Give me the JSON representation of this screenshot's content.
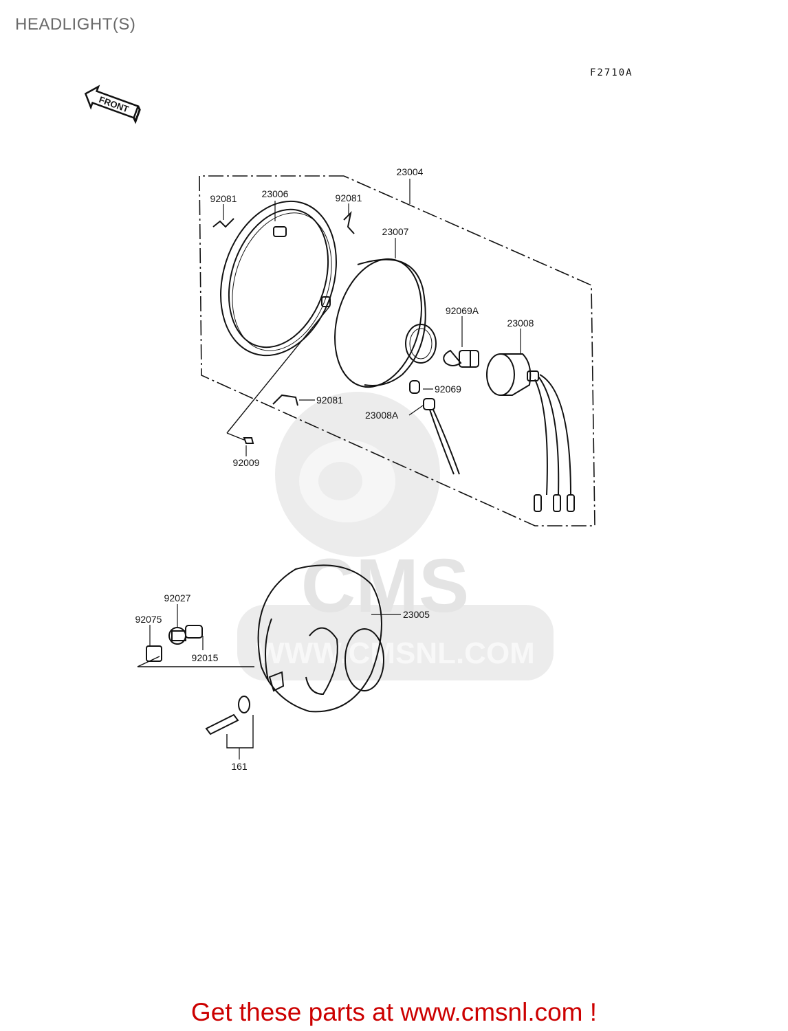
{
  "page": {
    "title": "HEADLIGHT(S)",
    "figure_code": "F2710A"
  },
  "diagram": {
    "front_arrow_label": "FRONT",
    "parts": [
      {
        "id": "23004",
        "label": "23004"
      },
      {
        "id": "23006",
        "label": "23006"
      },
      {
        "id": "92081-a",
        "label": "92081"
      },
      {
        "id": "92081-b",
        "label": "92081"
      },
      {
        "id": "92081-c",
        "label": "92081"
      },
      {
        "id": "23007",
        "label": "23007"
      },
      {
        "id": "92069A",
        "label": "92069A"
      },
      {
        "id": "23008",
        "label": "23008"
      },
      {
        "id": "92069",
        "label": "92069"
      },
      {
        "id": "23008A",
        "label": "23008A"
      },
      {
        "id": "92009",
        "label": "92009"
      },
      {
        "id": "92027",
        "label": "92027"
      },
      {
        "id": "92075",
        "label": "92075"
      },
      {
        "id": "92015",
        "label": "92015"
      },
      {
        "id": "23005",
        "label": "23005"
      },
      {
        "id": "161",
        "label": "161"
      }
    ]
  },
  "watermark": {
    "brand": "CMS",
    "url": "WWW.CMSNL.COM"
  },
  "footer": {
    "link_text": "Get these parts at www.cmsnl.com !"
  },
  "colors": {
    "footer": "#cc0000",
    "title": "#6a6a6a",
    "watermark": "#e6e6e6"
  }
}
